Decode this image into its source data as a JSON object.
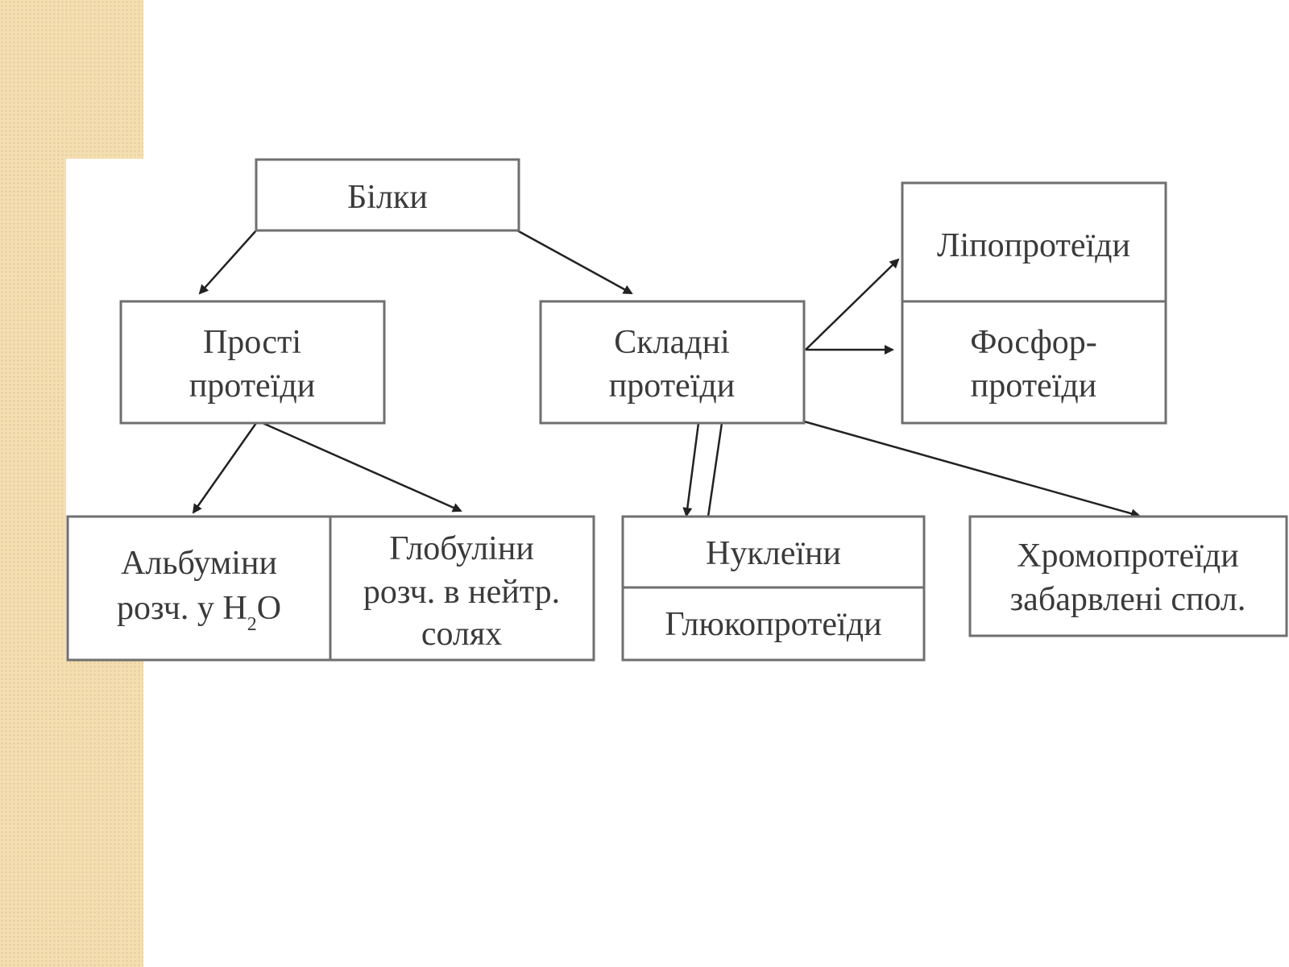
{
  "colors": {
    "side_band": "#f4dfb2",
    "box_border": "#6f6f6f",
    "arrow": "#222222",
    "text": "#3a3a3a"
  },
  "nodes": {
    "bilky": {
      "label": "Білки"
    },
    "prosti": {
      "line1": "Прості",
      "line2": "протеїди"
    },
    "skladni": {
      "line1": "Складні",
      "line2": "протеїди"
    },
    "lipoproteidy": {
      "label": "Ліпопротеїди"
    },
    "fosforproteidy": {
      "line1": "Фосфор-",
      "line2": "протеїди"
    },
    "albuminy": {
      "line1": "Альбуміни",
      "line2_text": "розч. у H",
      "line2_sub": "2",
      "line2_tail": "O"
    },
    "globuliny": {
      "line1": "Глобуліни",
      "line2": "розч. в нейтр.",
      "line3": "солях"
    },
    "nukleiny": {
      "label": "Нуклеїни"
    },
    "glyukoproteidy": {
      "label": "Глюкопротеїди"
    },
    "khromoproteidy": {
      "line1": "Хромопротеїди",
      "line2": "забарвлені спол."
    }
  }
}
